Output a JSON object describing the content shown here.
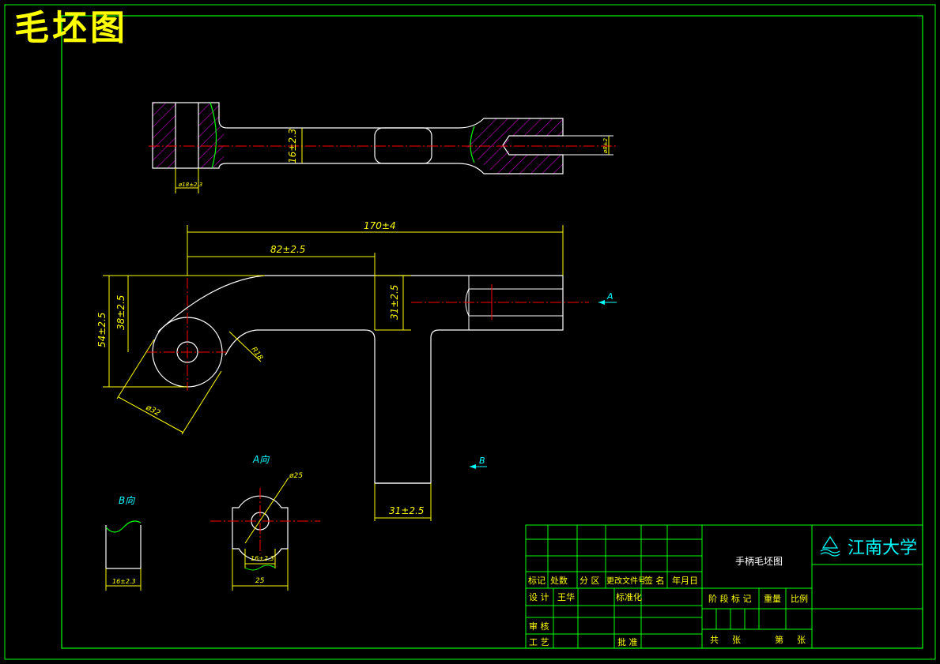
{
  "sheet": {
    "title": "毛坯图"
  },
  "dims": {
    "d_left_hole": "ø18±2.3",
    "shaft_thickness": "16±2.3",
    "d_right_hole": "ø8±2",
    "overall_length": "170±4",
    "length_to_stem": "82±2.5",
    "overall_height": "54±2.5",
    "hub_height": "38±2.5",
    "arm_height": "31±2.5",
    "fillet_radius": "R18",
    "hub_diameter": "ø32",
    "stem_width": "31±2.5",
    "view_a_diameter": "ø25",
    "view_a_inner": "16±2.3",
    "view_a_width": "25",
    "view_b_width": "16±2.3"
  },
  "views": {
    "view_a_label": "A向",
    "view_b_label": "B向",
    "arrow_a": "A",
    "arrow_b": "B"
  },
  "title_block": {
    "part_name": "手柄毛坯图",
    "school": "江南大学",
    "col_mark": "标记",
    "col_count": "处数",
    "col_zone": "分 区",
    "col_docno": "更改文件号",
    "col_sign": "签 名",
    "col_date": "年月日",
    "design_label": "设 计",
    "designer": "王华",
    "standard_label": "标准化",
    "review_label": "审 核",
    "process_label": "工 艺",
    "approve_label": "批 准",
    "stage_label": "阶 段 标 记",
    "weight_label": "重量",
    "scale_label": "比例",
    "total_label": "共",
    "sheets_label": "张",
    "sheet_no_label": "第",
    "sheet_unit_label": "张"
  },
  "colors": {
    "outline": "#ffffff",
    "dimension": "#ffff00",
    "centerline": "#ff0000",
    "hatch": "#b000b0",
    "border": "#00ff00",
    "view_arrow": "#00ffff"
  }
}
